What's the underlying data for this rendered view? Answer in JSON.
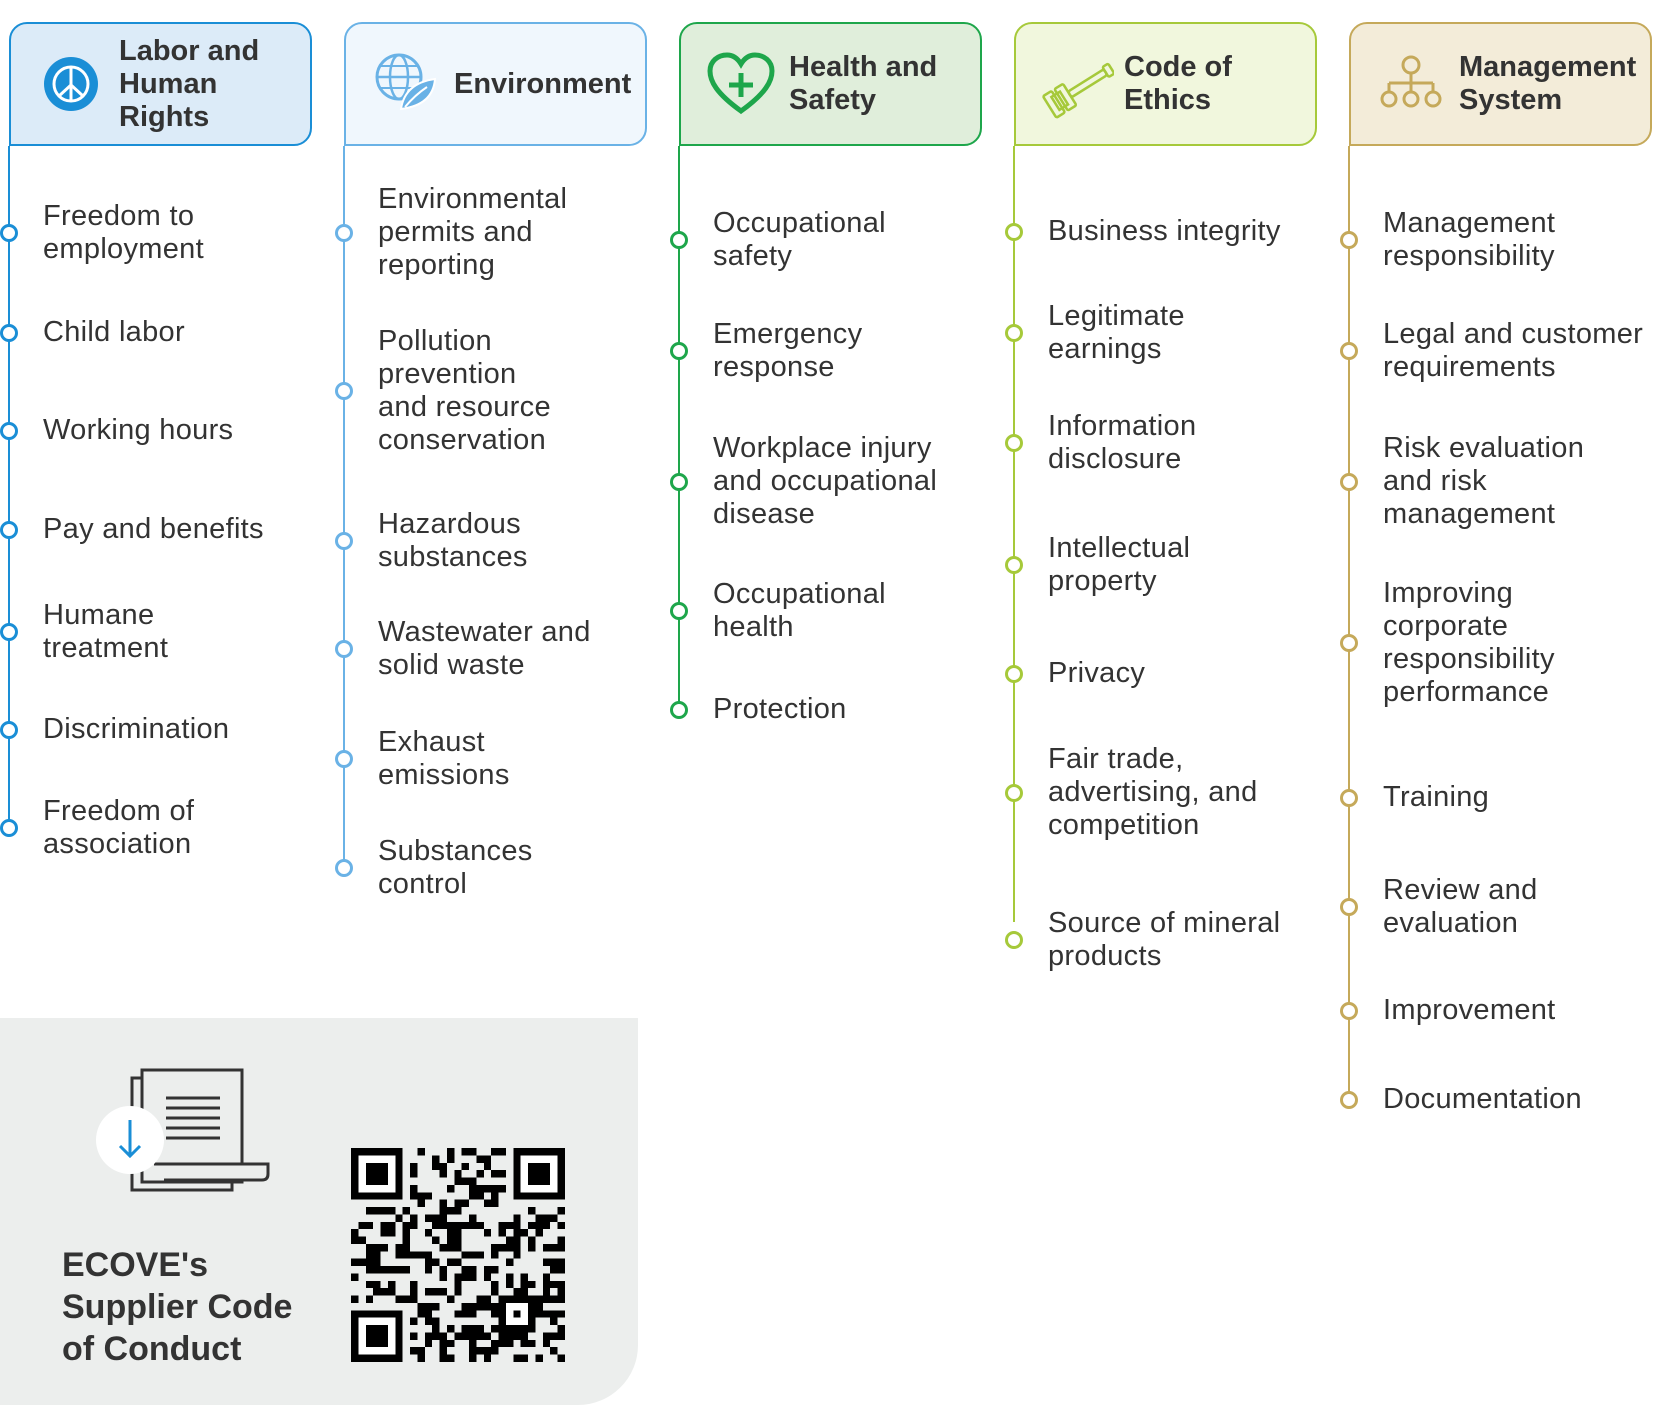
{
  "columns": [
    {
      "id": "labor",
      "title": "Labor and\nHuman\nRights",
      "icon": "peace-icon",
      "color": "#1a8ed6",
      "header_bg": "#dcebf8",
      "items": [
        "Freedom to\nemployment",
        "Child labor",
        "Working hours",
        "Pay and benefits",
        "Humane\ntreatment",
        "Discrimination",
        "Freedom of\nassociation"
      ]
    },
    {
      "id": "environment",
      "title": "Environment",
      "icon": "globe-leaf-icon",
      "color": "#6ab2e6",
      "header_bg": "#f0f7fd",
      "items": [
        "Environmental\npermits and\nreporting",
        "Pollution\nprevention\nand resource\nconservation",
        "Hazardous\nsubstances",
        "Wastewater and\nsolid waste",
        "Exhaust\nemissions",
        "Substances\ncontrol"
      ]
    },
    {
      "id": "health",
      "title": "Health and\nSafety",
      "icon": "heart-plus-icon",
      "color": "#1ea64b",
      "header_bg": "#e0eedb",
      "items": [
        "Occupational\nsafety",
        "Emergency\nresponse",
        "Workplace injury\nand occupational\ndisease",
        "Occupational\nhealth",
        "Protection"
      ]
    },
    {
      "id": "ethics",
      "title": "Code of\nEthics",
      "icon": "gavel-icon",
      "color": "#a6c93a",
      "header_bg": "#f1f7dd",
      "items": [
        "Business integrity",
        "Legitimate\nearnings",
        "Information\ndisclosure",
        "Intellectual\nproperty",
        "Privacy",
        "Fair trade,\nadvertising, and\ncompetition",
        "Source of mineral\nproducts"
      ]
    },
    {
      "id": "management",
      "title": "Management\nSystem",
      "icon": "org-chart-icon",
      "color": "#c5a95a",
      "header_bg": "#f3ecd9",
      "items": [
        "Management\nresponsibility",
        "Legal and customer\nrequirements",
        "Risk evaluation\nand risk\nmanagement",
        "Improving\ncorporate\nresponsibility\nperformance",
        "Training",
        "Review and\nevaluation",
        "Improvement",
        "Documentation"
      ]
    }
  ],
  "download_card": {
    "title": "ECOVE's\nSupplier Code\nof Conduct",
    "icon": "document-download-icon",
    "qr": "qr-code"
  }
}
